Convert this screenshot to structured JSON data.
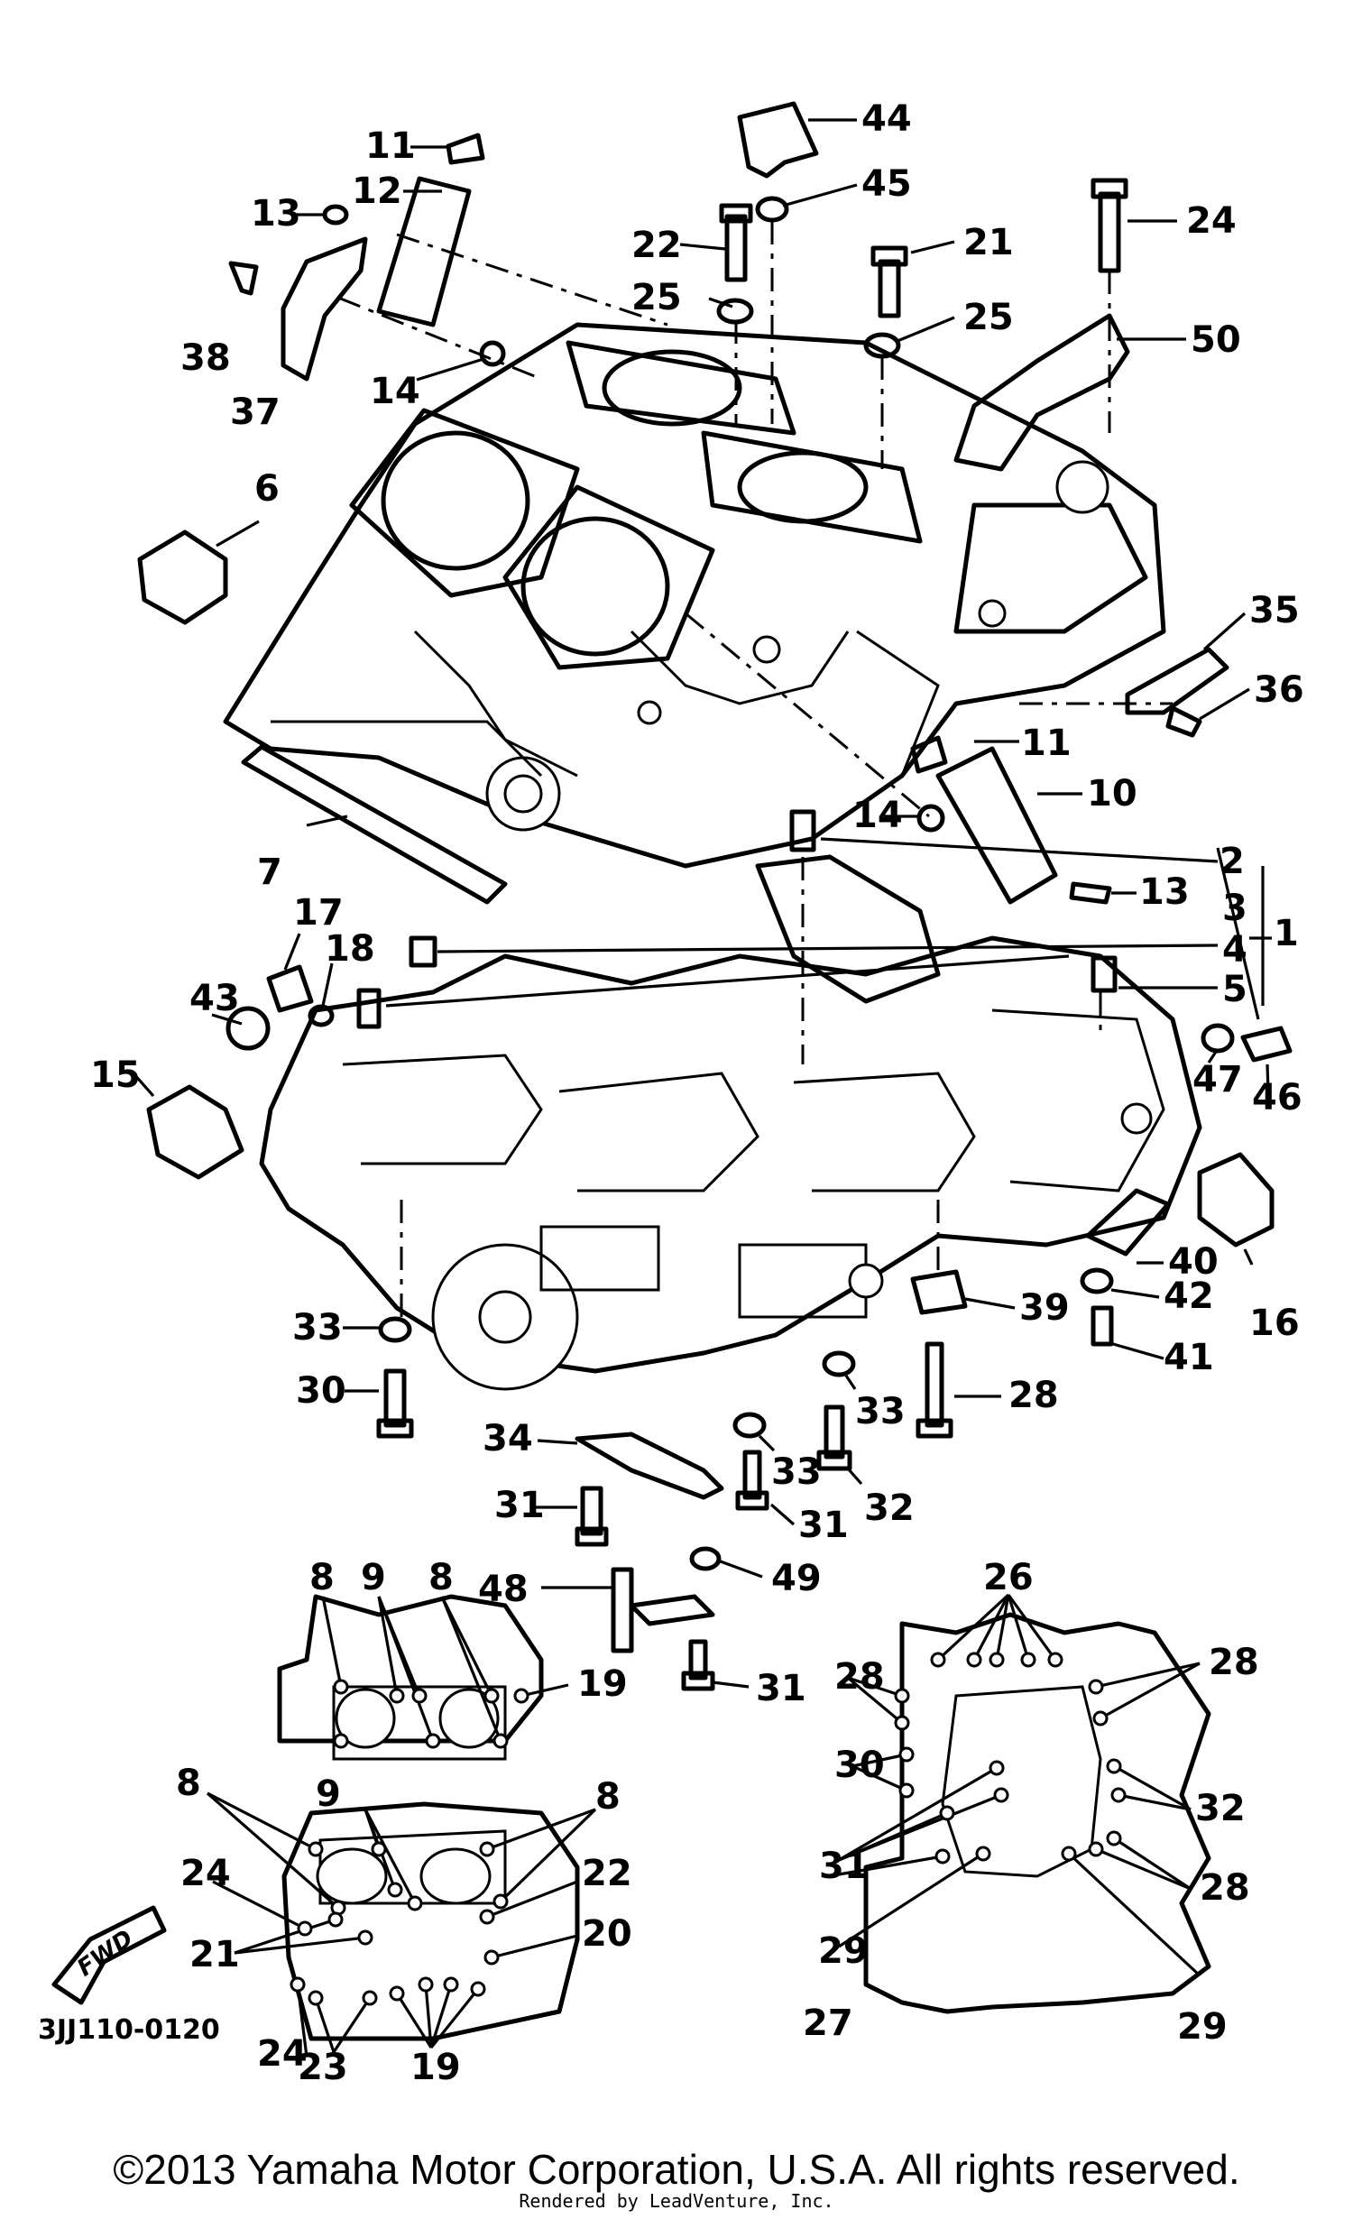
{
  "figure": {
    "code": "3JJ110-0120",
    "fwd_label": "FWD",
    "copyright": "©2013 Yamaha Motor Corporation, U.S.A. All rights reserved.",
    "rendered_by": "Rendered by LeadVenture, Inc."
  },
  "callouts": [
    "44",
    "45",
    "22",
    "21",
    "24",
    "25",
    "25",
    "50",
    "11",
    "12",
    "13",
    "38",
    "37",
    "14",
    "6",
    "35",
    "36",
    "11",
    "10",
    "14",
    "2",
    "13",
    "3",
    "1",
    "4",
    "5",
    "7",
    "17",
    "18",
    "43",
    "15",
    "47",
    "46",
    "16",
    "40",
    "42",
    "41",
    "39",
    "33",
    "30",
    "28",
    "33",
    "32",
    "33",
    "34",
    "31",
    "31",
    "48",
    "49",
    "31",
    "8",
    "9",
    "8",
    "19",
    "8",
    "9",
    "8",
    "24",
    "22",
    "21",
    "20",
    "24",
    "23",
    "19",
    "26",
    "28",
    "28",
    "30",
    "32",
    "31",
    "29",
    "28",
    "27",
    "29"
  ]
}
